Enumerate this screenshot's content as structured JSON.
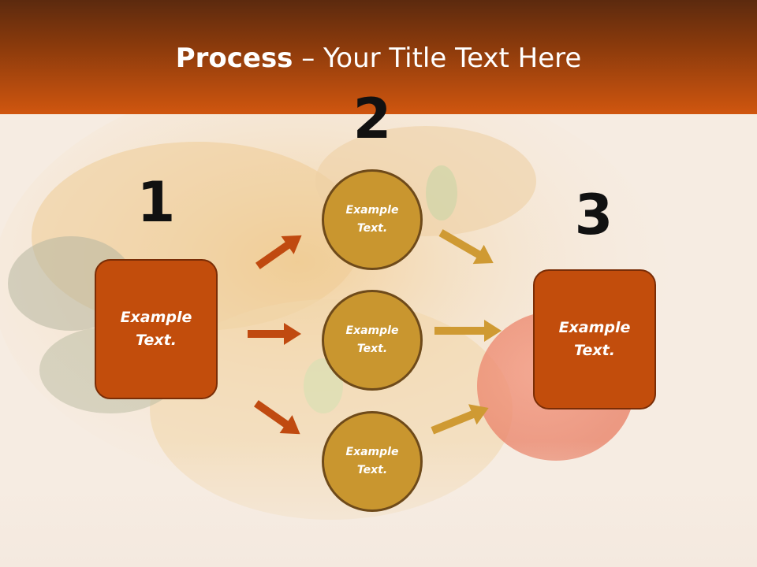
{
  "slide": {
    "title_bold": "Process",
    "title_rest": " – Your Title Text Here",
    "steps": [
      {
        "number": "1",
        "text": "Example Text."
      },
      {
        "number": "2",
        "text": "Example Text."
      },
      {
        "number": "3",
        "text": "Example Text."
      }
    ],
    "circles": [
      {
        "text": "Example Text."
      },
      {
        "text": "Example Text."
      },
      {
        "text": "Example Text."
      }
    ]
  },
  "colors": {
    "header": "#d0560f",
    "box_fill": "#c24d0c",
    "circle_fill": "#c9962f",
    "arrow_left": "#c04a10",
    "arrow_right": "#cf9a33"
  }
}
